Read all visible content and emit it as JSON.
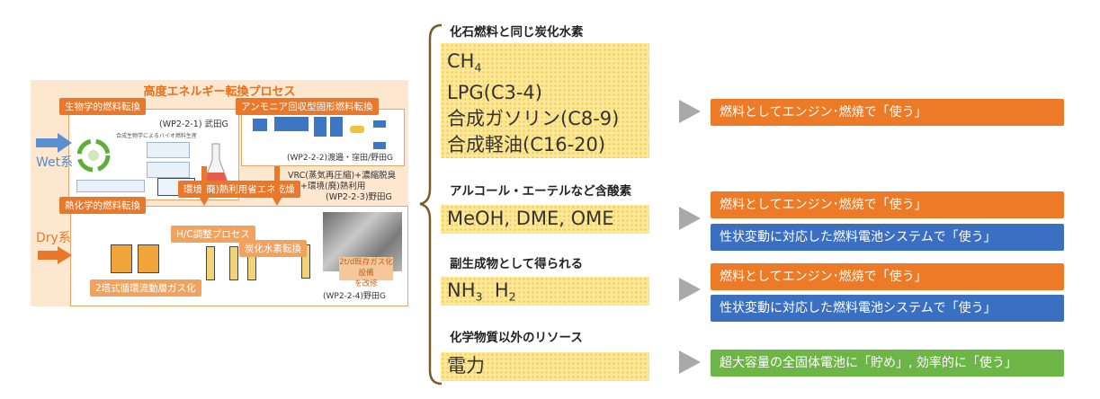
{
  "left_panel": {
    "title": "高度エネルギー転換プロセス",
    "wet_label": "Wet系",
    "dry_label": "Dry系",
    "bio_label": "生物学的燃料転換",
    "bio_group": "(WP2-2-1) 武田G",
    "ammonia_label": "アンモニア回収型固形燃料転換",
    "ammonia_group": "(WP2-2-2)渡邉・窪田/野田G",
    "vrc_text_1": "VRC(蒸気再圧縮)+濃縮脱臭",
    "vrc_text_2": "+環境(廃)熱利用",
    "vrc_text_3": "(WP2-2-3)野田G",
    "heat_label": "環境(廃)熱利用省エネ乾燥",
    "thermo_label": "熱化学的燃料転換",
    "hc_label": "H/C調整プロセス",
    "hydrocarbon_label": "炭化水素転換",
    "twin_label": "2塔式循環流動層ガス化",
    "existing_label_1": "2t/d既存ガス化設備",
    "existing_label_2": "を改修",
    "thermo_group": "(WP2-2-4)野田G"
  },
  "categories": [
    {
      "heading": "化石燃料と同じ炭化水素",
      "items": [
        {
          "text": "CH",
          "sub": "4"
        },
        {
          "text": "LPG(C3-4)"
        },
        {
          "text": "合成ガソリン(C8-9)"
        },
        {
          "text": "合成軽油(C16-20)"
        }
      ],
      "outputs": [
        "燃料としてエンジン･燃焼で「使う」"
      ]
    },
    {
      "heading": "アルコール・エーテルなど含酸素",
      "items": [
        {
          "text": "MeOH, DME, OME"
        }
      ],
      "outputs": [
        "燃料としてエンジン･燃焼で「使う」",
        "性状変動に対応した燃料電池システムで「使う」"
      ]
    },
    {
      "heading": "副生成物として得られる",
      "items": [
        {
          "text": "NH",
          "sub": "3",
          "text2": "  H",
          "sub2": "2"
        }
      ],
      "outputs": [
        "燃料としてエンジン･燃焼で「使う」",
        "性状変動に対応した燃料電池システムで「使う」"
      ]
    },
    {
      "heading": "化学物質以外のリソース",
      "items": [
        {
          "text": "電力"
        }
      ],
      "outputs": [
        "超大容量の全固体電池に「貯め」, 効率的に「使う」"
      ]
    }
  ],
  "colors": {
    "orange": "#ec7a26",
    "blue": "#3b6fc2",
    "green": "#6cb546",
    "yellow": "#fde89a",
    "panel_bg": "#fde7cf"
  }
}
